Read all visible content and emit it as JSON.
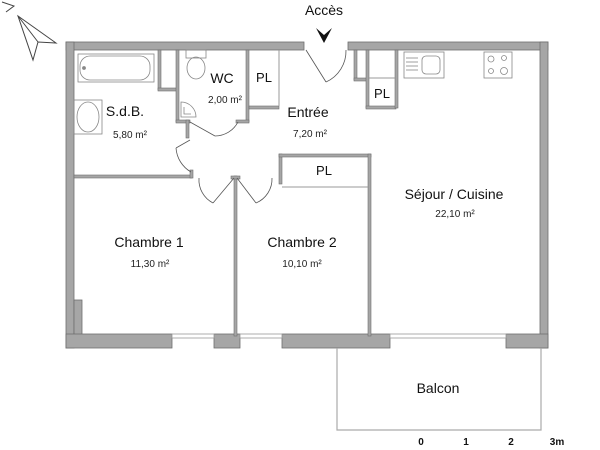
{
  "access": {
    "label": "Accès"
  },
  "rooms": [
    {
      "id": "sdb",
      "name": "S.d.B.",
      "area": "5,80 m²"
    },
    {
      "id": "wc",
      "name": "WC",
      "area": "2,00 m²"
    },
    {
      "id": "entree",
      "name": "Entrée",
      "area": "7,20 m²"
    },
    {
      "id": "sejour",
      "name": "Séjour / Cuisine",
      "area": "22,10 m²"
    },
    {
      "id": "chambre1",
      "name": "Chambre 1",
      "area": "11,30 m²"
    },
    {
      "id": "chambre2",
      "name": "Chambre 2",
      "area": "10,10 m²"
    },
    {
      "id": "balcon",
      "name": "Balcon"
    }
  ],
  "closets": [
    {
      "id": "pl-entree-top",
      "label": "PL"
    },
    {
      "id": "pl-kitchen",
      "label": "PL"
    },
    {
      "id": "pl-entree-bottom",
      "label": "PL"
    }
  ],
  "scale_bar": {
    "ticks": [
      "0",
      "1",
      "2",
      "3m"
    ]
  },
  "colors": {
    "wall_fill": "#a6a6a6",
    "wall_stroke": "#6e6e6e",
    "fixture": "#8a8a8a",
    "background": "#ffffff"
  }
}
